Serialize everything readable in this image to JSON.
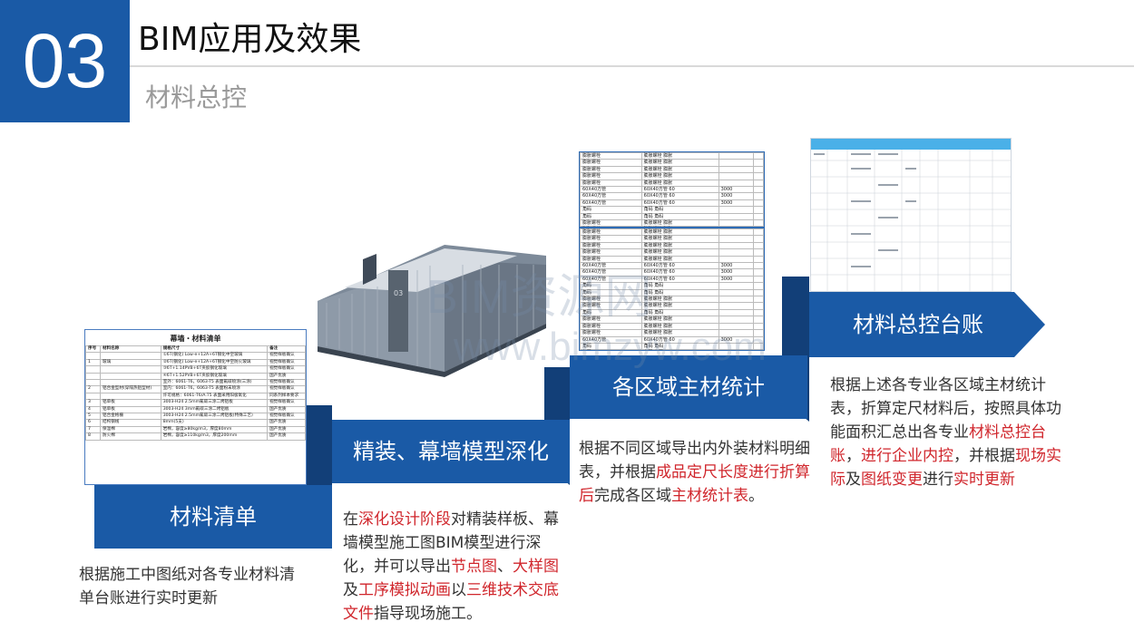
{
  "header": {
    "number": "03",
    "title": "BIM应用及效果",
    "subtitle": "材料总控"
  },
  "steps": [
    {
      "label": "材料清单",
      "desc": "根据施工中图纸对各专业材料清单台账进行实时更新"
    },
    {
      "label": "精装、幕墙模型深化"
    },
    {
      "label": "各区域主材统计"
    },
    {
      "label": "材料总控台账"
    }
  ],
  "desc2": {
    "p1": "在",
    "r1": "深化设计阶段",
    "p2": "对精装样板、幕墙模型施工图BIM模型进行深化，并可以导出",
    "r2": "节点图",
    "p3": "、",
    "r3": "大样图",
    "p4": "及",
    "r4": "工序模拟动画",
    "p5": "以",
    "r5": "三维技术交底文件",
    "p6": "指导现场施工。"
  },
  "desc3": {
    "p1": "根据不同区域导出内外装材料明细表，并根据",
    "r1": "成品定尺长度进行折算后",
    "p2": "完成各区域",
    "r2": "主材统计表",
    "p3": "。"
  },
  "desc4": {
    "p1": "根据上述各专业各区域主材统计表，折算定尺材料后，按照具体功能面积汇总出各专业",
    "r1": "材料总控台账",
    "p2": "，",
    "r2": "进行企业内控",
    "p3": "，并根据",
    "r3": "现场实际",
    "p4": "及",
    "r4": "图纸变更",
    "p5": "进行",
    "r5": "实时更新"
  },
  "material_list": {
    "title": "幕墙・材料清单",
    "headers": [
      "序号",
      "材料名称",
      "规格尺寸",
      "备注"
    ],
    "rows": [
      [
        "",
        "",
        "①6T(钢化) Low-e+12A+6T钢化中空玻璃",
        "视觉样板确认"
      ],
      [
        "1",
        "玻璃",
        "②6T(钢化) Low-e+12A+6T钢化中空防火玻璃",
        "视觉样板确认"
      ],
      [
        "",
        "",
        "③6T+1.14PVB+6T夹胶钢化玻璃",
        "视觉样板确认"
      ],
      [
        "",
        "",
        "④6T+1.52PVB+6T夹胶钢化玻璃",
        "国产优质"
      ],
      [
        "",
        "",
        "室外：6061-T6，6063-T5 表面氟碳喷涂(三涂)",
        "视觉样板确认"
      ],
      [
        "2",
        "铝合金型材(穿隔热铝型材)",
        "室内：6061-T6，6063-T5 表面粉末喷涂",
        "视觉样板确认"
      ],
      [
        "",
        "",
        "许可规格：6061-T6/A.T5 表面采用阳极氧化",
        "同系列样本要求"
      ],
      [
        "3",
        "铝单板",
        "3003-H24 2.5mm氟碳三涂二烤铝板",
        "视觉样板确认"
      ],
      [
        "4",
        "铝单板",
        "3003-H24 3mm氟碳三涂二烤铝板",
        "国产优质"
      ],
      [
        "5",
        "铝合金格栅",
        "3003-H24 2.5mm氟碳三涂二烤铝板(特殊工艺)",
        "视觉样板确认"
      ],
      [
        "6",
        "结构钢线",
        "8mm(5支)",
        "国产优质"
      ],
      [
        "7",
        "保温棉",
        "岩棉，容度≥80kg/m3，厚度80mm",
        "国产优质"
      ],
      [
        "8",
        "防火棉",
        "岩棉，容度≥110kg/m3，厚度200mm",
        "国产优质"
      ]
    ]
  },
  "stat_table": {
    "rows_a": [
      [
        "膨胀螺栓",
        "膨胀螺栓 膨胀",
        "",
        ""
      ],
      [
        "膨胀螺栓",
        "膨胀螺栓 膨胀",
        "",
        ""
      ],
      [
        "膨胀螺栓",
        "膨胀螺栓 膨胀",
        "",
        ""
      ],
      [
        "膨胀螺栓",
        "膨胀螺栓 膨胀",
        "",
        ""
      ],
      [
        "膨胀螺栓",
        "膨胀螺栓 膨胀",
        "",
        ""
      ],
      [
        "60X40方管",
        "60X40方管 60",
        "3000",
        ""
      ],
      [
        "60X40方管",
        "60X40方管 60",
        "3000",
        ""
      ],
      [
        "60X40方管",
        "60X40方管 60",
        "3000",
        ""
      ],
      [
        "角码",
        "角码 角码",
        "",
        ""
      ],
      [
        "角码",
        "角码 角码",
        "",
        ""
      ],
      [
        "膨胀螺栓",
        "膨胀螺栓 膨胀",
        "",
        ""
      ],
      [
        "膨胀螺栓",
        "膨胀螺栓 膨胀",
        "",
        ""
      ]
    ],
    "rows_b": [
      [
        "膨胀螺栓",
        "膨胀螺栓 膨胀",
        "",
        ""
      ],
      [
        "膨胀螺栓",
        "膨胀螺栓 膨胀",
        "",
        ""
      ],
      [
        "膨胀螺栓",
        "膨胀螺栓 膨胀",
        "",
        ""
      ],
      [
        "膨胀螺栓",
        "膨胀螺栓 膨胀",
        "",
        ""
      ],
      [
        "膨胀螺栓",
        "膨胀螺栓 膨胀",
        "",
        ""
      ],
      [
        "60X40方管",
        "60X40方管 60",
        "3000",
        ""
      ],
      [
        "60X40方管",
        "60X40方管 60",
        "3000",
        ""
      ],
      [
        "60X40方管",
        "60X40方管 60",
        "3000",
        ""
      ],
      [
        "角码",
        "角码 角码",
        "",
        ""
      ],
      [
        "角码",
        "角码 角码",
        "",
        ""
      ],
      [
        "膨胀螺栓",
        "膨胀螺栓 膨胀",
        "",
        ""
      ],
      [
        "膨胀螺栓",
        "膨胀螺栓 膨胀",
        "",
        ""
      ],
      [
        "角码",
        "角码 角码",
        "",
        ""
      ],
      [
        "膨胀螺栓",
        "膨胀螺栓 膨胀",
        "",
        ""
      ],
      [
        "膨胀螺栓",
        "膨胀螺栓 膨胀",
        "",
        ""
      ],
      [
        "膨胀螺栓",
        "膨胀螺栓 膨胀",
        "",
        ""
      ],
      [
        "60X40方管",
        "60X40方管 60",
        "3000",
        ""
      ],
      [
        "角码",
        "角码 角码",
        "",
        ""
      ],
      [
        "角码",
        "角码 角码",
        "",
        ""
      ]
    ]
  },
  "building": {
    "sign": "03"
  },
  "watermark": {
    "line1": "BIM资源网",
    "line2": "www.bimzyw.com"
  },
  "colors": {
    "brand": "#1a5aa6",
    "accent_red": "#d0262c"
  }
}
